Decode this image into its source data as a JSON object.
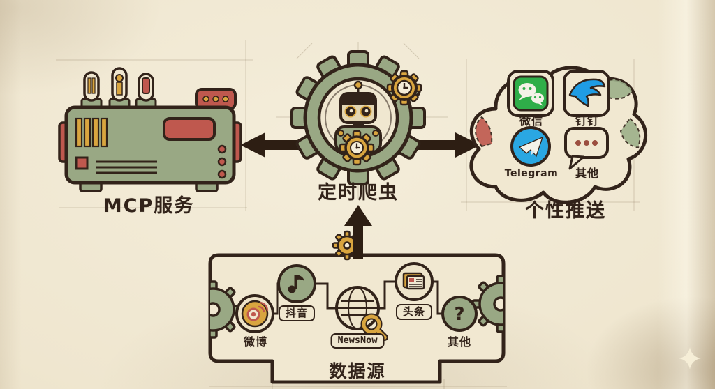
{
  "palette": {
    "paper": "#efe6cf",
    "ink": "#32231a",
    "sage_green": "#99a884",
    "brick_red": "#bf584e",
    "gold": "#d9a53f",
    "wechat_green": "#2fae49",
    "dingtalk_blue": "#1f9ce4",
    "telegram_blue": "#2aa7e2"
  },
  "nodes": {
    "mcp_service": {
      "label": "MCP服务"
    },
    "scheduled_crawler": {
      "label": "定时爬虫"
    },
    "personal_push": {
      "label": "个性推送",
      "channels": [
        {
          "icon": "wechat-icon",
          "label": "微信"
        },
        {
          "icon": "dingtalk-icon",
          "label": "钉钉"
        },
        {
          "icon": "telegram-icon",
          "label": "Telegram"
        },
        {
          "icon": "chat-dots-icon",
          "label": "其他"
        }
      ]
    },
    "data_sources": {
      "label": "数据源",
      "items": [
        {
          "icon": "weibo-icon",
          "label": "微博"
        },
        {
          "icon": "douyin-icon",
          "label": "抖音"
        },
        {
          "icon": "globe-magnifier-icon",
          "label": "NewsNow"
        },
        {
          "icon": "toutiao-news-icon",
          "label": "头条"
        },
        {
          "icon": "question-icon",
          "label": "其他"
        }
      ]
    }
  },
  "glyphs": {
    "question": "?"
  },
  "connections": [
    {
      "from": "mcp_service",
      "to": "scheduled_crawler",
      "type": "bidirectional-arrow"
    },
    {
      "from": "data_sources",
      "to": "scheduled_crawler",
      "type": "arrow-up"
    }
  ]
}
